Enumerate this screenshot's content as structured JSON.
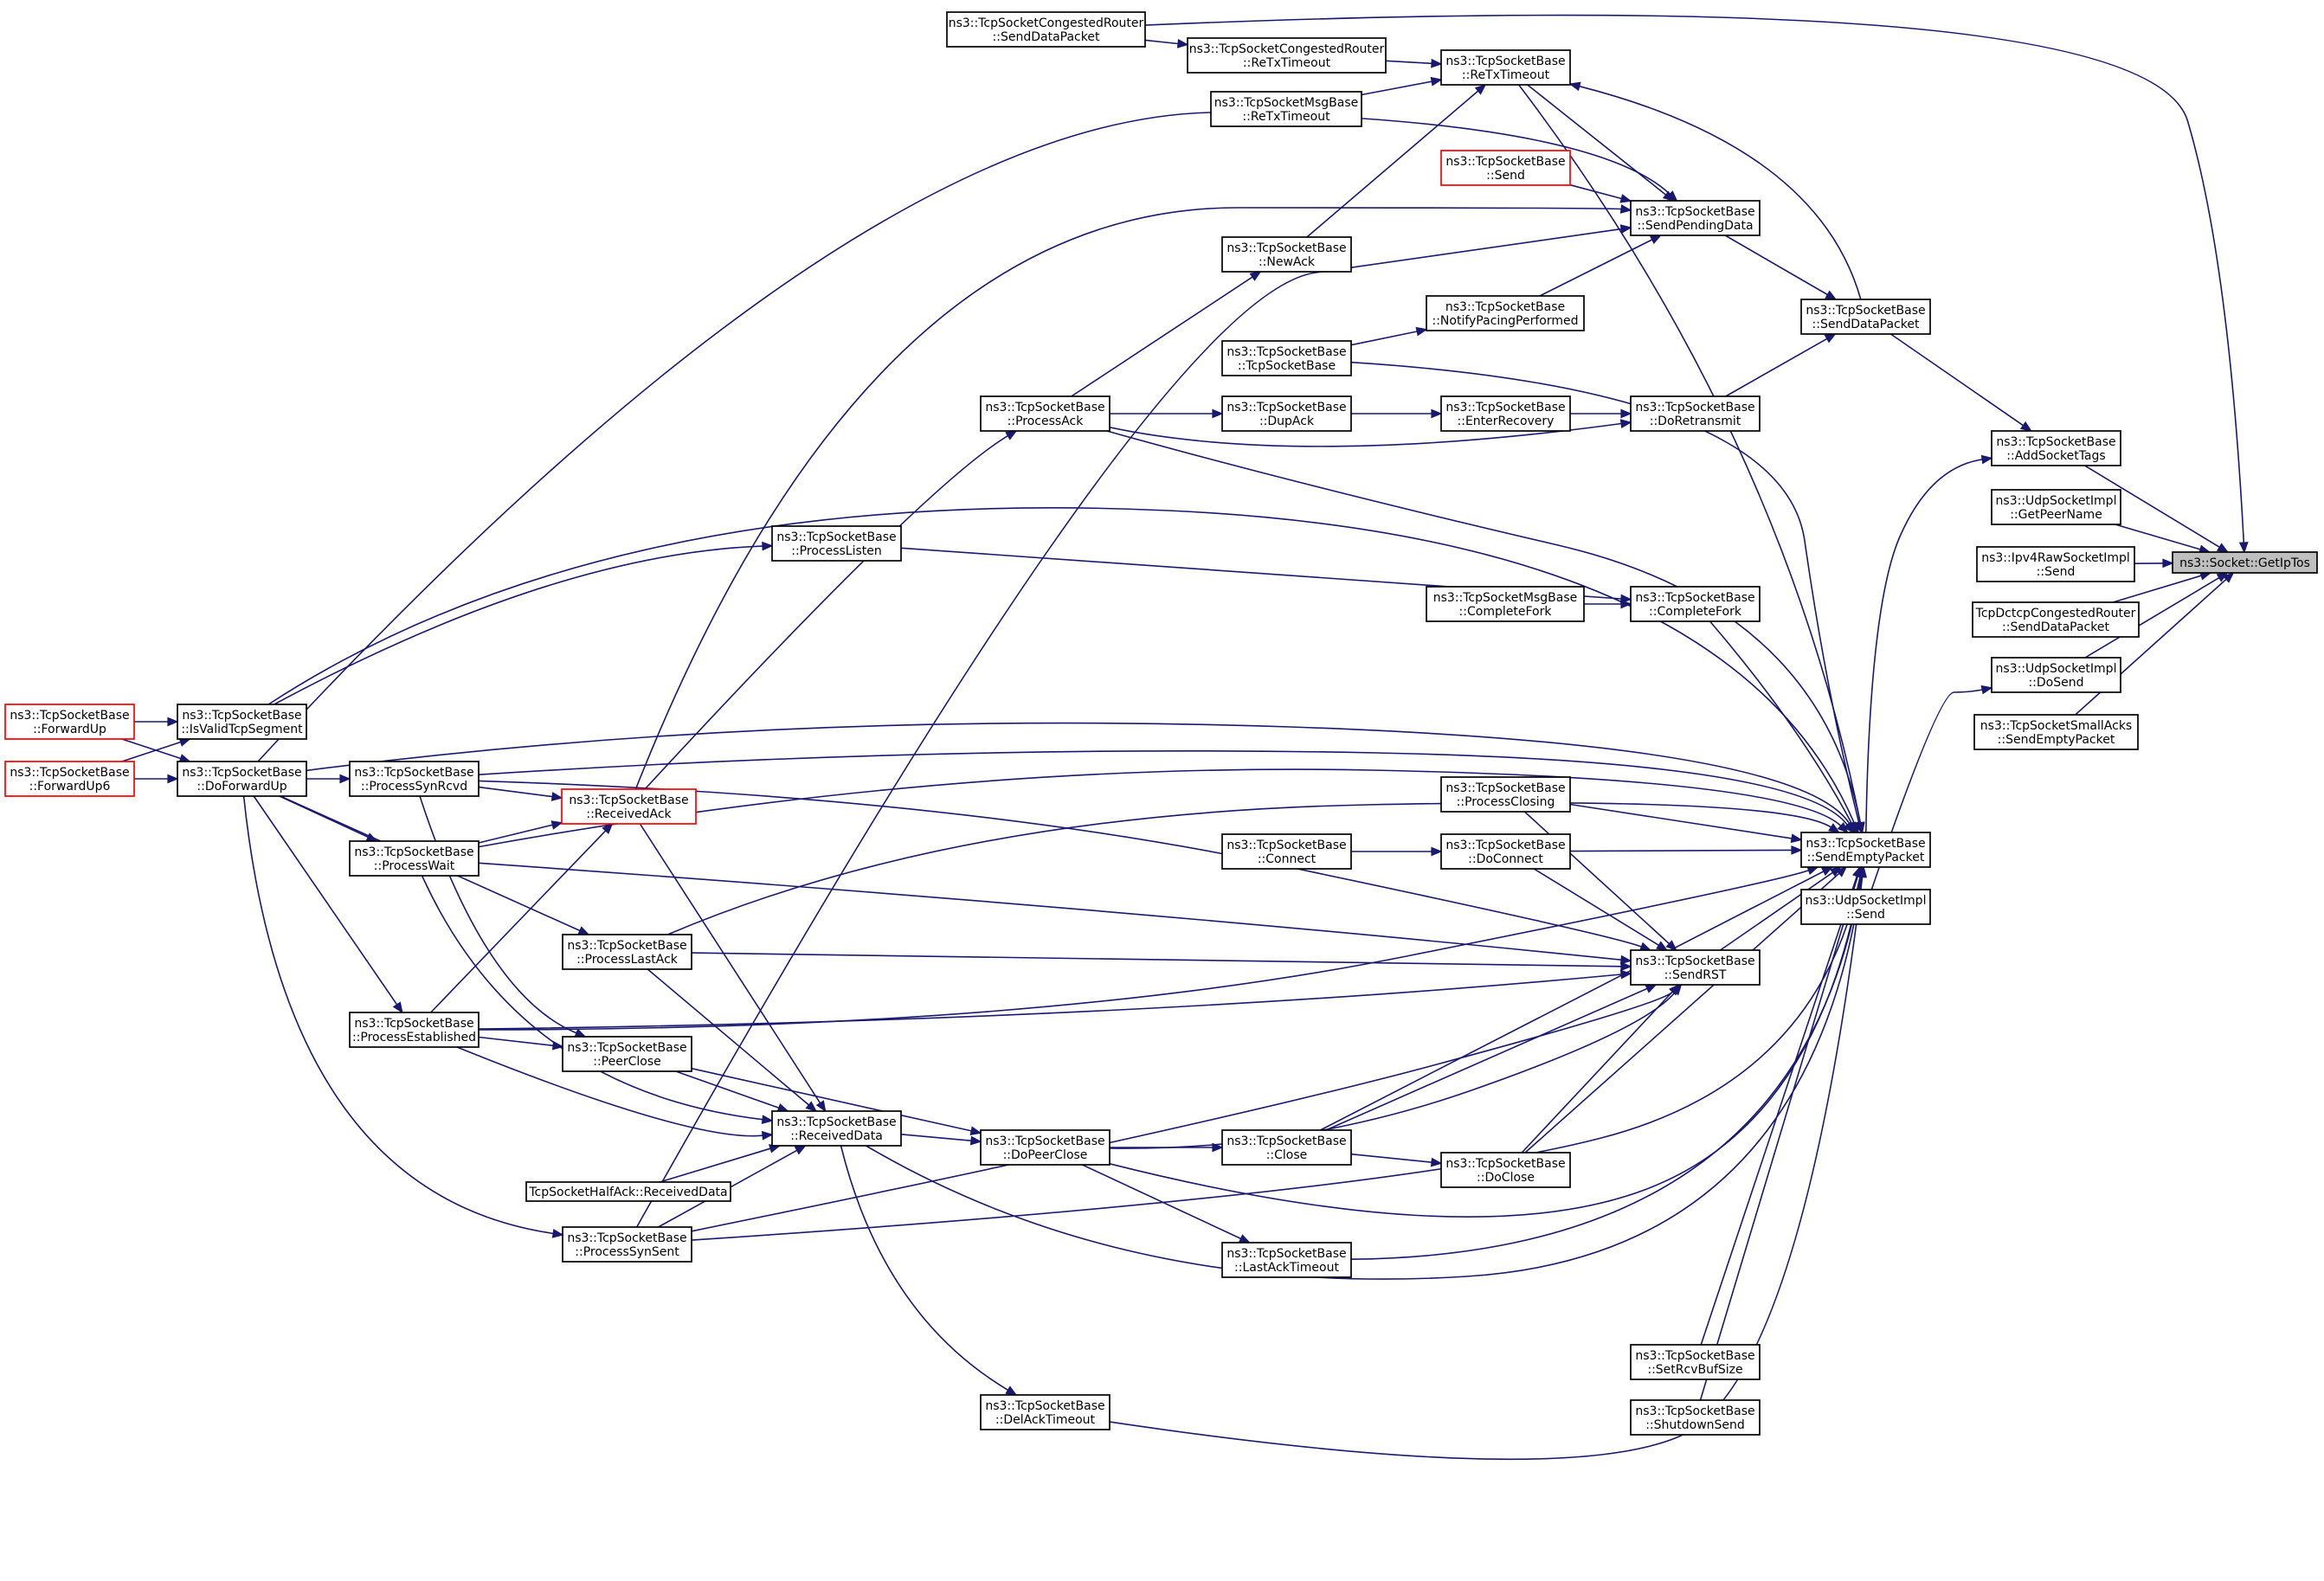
{
  "graph": {
    "title": "",
    "root": "GetIpTos",
    "colors": {
      "edge": "#191970",
      "node_border": "#000000",
      "truncated_border": "#ff0000",
      "root_fill": "#bfbfbf"
    },
    "nodes": {
      "GetIpTos": {
        "lines": [
          "ns3::Socket::GetIpTos"
        ],
        "style": "root"
      },
      "CRSendDataPacket": {
        "lines": [
          "ns3::TcpSocketCongestedRouter",
          "::SendDataPacket"
        ]
      },
      "CRReTxTimeout": {
        "lines": [
          "ns3::TcpSocketCongestedRouter",
          "::ReTxTimeout"
        ]
      },
      "ReTxTimeout": {
        "lines": [
          "ns3::TcpSocketBase",
          "::ReTxTimeout"
        ]
      },
      "MsgReTxTimeout": {
        "lines": [
          "ns3::TcpSocketMsgBase",
          "::ReTxTimeout"
        ]
      },
      "Send": {
        "lines": [
          "ns3::TcpSocketBase",
          "::Send"
        ],
        "style": "red"
      },
      "SendPendingData": {
        "lines": [
          "ns3::TcpSocketBase",
          "::SendPendingData"
        ]
      },
      "NewAck": {
        "lines": [
          "ns3::TcpSocketBase",
          "::NewAck"
        ]
      },
      "NotifyPacing": {
        "lines": [
          "ns3::TcpSocketBase",
          "::NotifyPacingPerformed"
        ]
      },
      "SendDataPacket": {
        "lines": [
          "ns3::TcpSocketBase",
          "::SendDataPacket"
        ]
      },
      "TcpSocketBaseCtor": {
        "lines": [
          "ns3::TcpSocketBase",
          "::TcpSocketBase"
        ]
      },
      "ProcessAck": {
        "lines": [
          "ns3::TcpSocketBase",
          "::ProcessAck"
        ]
      },
      "DupAck": {
        "lines": [
          "ns3::TcpSocketBase",
          "::DupAck"
        ]
      },
      "EnterRecovery": {
        "lines": [
          "ns3::TcpSocketBase",
          "::EnterRecovery"
        ]
      },
      "DoRetransmit": {
        "lines": [
          "ns3::TcpSocketBase",
          "::DoRetransmit"
        ]
      },
      "AddSocketTags": {
        "lines": [
          "ns3::TcpSocketBase",
          "::AddSocketTags"
        ]
      },
      "UdpGetPeerName": {
        "lines": [
          "ns3::UdpSocketImpl",
          "::GetPeerName"
        ]
      },
      "Ipv4RawSend": {
        "lines": [
          "ns3::Ipv4RawSocketImpl",
          "::Send"
        ]
      },
      "DctcpSendData": {
        "lines": [
          "TcpDctcpCongestedRouter",
          "::SendDataPacket"
        ]
      },
      "UdpDoSend": {
        "lines": [
          "ns3::UdpSocketImpl",
          "::DoSend"
        ]
      },
      "SmallAcksSendEmpty": {
        "lines": [
          "ns3::TcpSocketSmallAcks",
          "::SendEmptyPacket"
        ]
      },
      "ProcessListen": {
        "lines": [
          "ns3::TcpSocketBase",
          "::ProcessListen"
        ]
      },
      "MsgCompleteFork": {
        "lines": [
          "ns3::TcpSocketMsgBase",
          "::CompleteFork"
        ]
      },
      "CompleteFork": {
        "lines": [
          "ns3::TcpSocketBase",
          "::CompleteFork"
        ]
      },
      "ForwardUp": {
        "lines": [
          "ns3::TcpSocketBase",
          "::ForwardUp"
        ],
        "style": "red"
      },
      "ForwardUp6": {
        "lines": [
          "ns3::TcpSocketBase",
          "::ForwardUp6"
        ],
        "style": "red"
      },
      "IsValidTcpSegment": {
        "lines": [
          "ns3::TcpSocketBase",
          "::IsValidTcpSegment"
        ]
      },
      "DoForwardUp": {
        "lines": [
          "ns3::TcpSocketBase",
          "::DoForwardUp"
        ]
      },
      "ProcessSynRcvd": {
        "lines": [
          "ns3::TcpSocketBase",
          "::ProcessSynRcvd"
        ]
      },
      "ReceivedAck": {
        "lines": [
          "ns3::TcpSocketBase",
          "::ReceivedAck"
        ],
        "style": "red"
      },
      "ProcessClosing": {
        "lines": [
          "ns3::TcpSocketBase",
          "::ProcessClosing"
        ]
      },
      "SendEmptyPacket": {
        "lines": [
          "ns3::TcpSocketBase",
          "::SendEmptyPacket"
        ]
      },
      "Connect": {
        "lines": [
          "ns3::TcpSocketBase",
          "::Connect"
        ]
      },
      "DoConnect": {
        "lines": [
          "ns3::TcpSocketBase",
          "::DoConnect"
        ]
      },
      "ProcessWait": {
        "lines": [
          "ns3::TcpSocketBase",
          "::ProcessWait"
        ]
      },
      "UdpSend": {
        "lines": [
          "ns3::UdpSocketImpl",
          "::Send"
        ]
      },
      "ProcessLastAck": {
        "lines": [
          "ns3::TcpSocketBase",
          "::ProcessLastAck"
        ]
      },
      "SendRST": {
        "lines": [
          "ns3::TcpSocketBase",
          "::SendRST"
        ]
      },
      "ProcessEstablished": {
        "lines": [
          "ns3::TcpSocketBase",
          "::ProcessEstablished"
        ]
      },
      "PeerClose": {
        "lines": [
          "ns3::TcpSocketBase",
          "::PeerClose"
        ]
      },
      "ReceivedData": {
        "lines": [
          "ns3::TcpSocketBase",
          "::ReceivedData"
        ]
      },
      "DoPeerClose": {
        "lines": [
          "ns3::TcpSocketBase",
          "::DoPeerClose"
        ]
      },
      "Close": {
        "lines": [
          "ns3::TcpSocketBase",
          "::Close"
        ]
      },
      "DoClose": {
        "lines": [
          "ns3::TcpSocketBase",
          "::DoClose"
        ]
      },
      "HalfAckReceived": {
        "lines": [
          "TcpSocketHalfAck::ReceivedData"
        ]
      },
      "ProcessSynSent": {
        "lines": [
          "ns3::TcpSocketBase",
          "::ProcessSynSent"
        ]
      },
      "LastAckTimeout": {
        "lines": [
          "ns3::TcpSocketBase",
          "::LastAckTimeout"
        ]
      },
      "SetRcvBufSize": {
        "lines": [
          "ns3::TcpSocketBase",
          "::SetRcvBufSize"
        ]
      },
      "ShutdownSend": {
        "lines": [
          "ns3::TcpSocketBase",
          "::ShutdownSend"
        ]
      },
      "DelAckTimeout": {
        "lines": [
          "ns3::TcpSocketBase",
          "::DelAckTimeout"
        ]
      }
    },
    "edges": [
      [
        "CRSendDataPacket",
        "GetIpTos"
      ],
      [
        "AddSocketTags",
        "GetIpTos"
      ],
      [
        "UdpGetPeerName",
        "GetIpTos"
      ],
      [
        "Ipv4RawSend",
        "GetIpTos"
      ],
      [
        "DctcpSendData",
        "GetIpTos"
      ],
      [
        "UdpDoSend",
        "GetIpTos"
      ],
      [
        "SmallAcksSendEmpty",
        "GetIpTos"
      ],
      [
        "SendDataPacket",
        "AddSocketTags"
      ],
      [
        "SendEmptyPacket",
        "AddSocketTags"
      ],
      [
        "UdpSend",
        "UdpDoSend"
      ],
      [
        "CRSendDataPacket",
        "CRReTxTimeout"
      ],
      [
        "CRReTxTimeout",
        "ReTxTimeout"
      ],
      [
        "MsgReTxTimeout",
        "ReTxTimeout"
      ],
      [
        "NewAck",
        "ReTxTimeout"
      ],
      [
        "SendDataPacket",
        "ReTxTimeout"
      ],
      [
        "Send",
        "SendPendingData"
      ],
      [
        "ReTxTimeout",
        "SendPendingData"
      ],
      [
        "NotifyPacing",
        "SendPendingData"
      ],
      [
        "DoForwardUp",
        "SendPendingData"
      ],
      [
        "ReceivedAck",
        "SendPendingData"
      ],
      [
        "ProcessSynSent",
        "SendPendingData"
      ],
      [
        "SendPendingData",
        "SendDataPacket"
      ],
      [
        "DoRetransmit",
        "SendDataPacket"
      ],
      [
        "ProcessAck",
        "NewAck"
      ],
      [
        "TcpSocketBaseCtor",
        "NotifyPacing"
      ],
      [
        "ProcessAck",
        "DupAck"
      ],
      [
        "DupAck",
        "EnterRecovery"
      ],
      [
        "EnterRecovery",
        "DoRetransmit"
      ],
      [
        "ProcessAck",
        "DoRetransmit"
      ],
      [
        "ReceivedAck",
        "ProcessAck"
      ],
      [
        "ProcessListen",
        "CompleteFork"
      ],
      [
        "MsgCompleteFork",
        "CompleteFork"
      ],
      [
        "IsValidTcpSegment",
        "ProcessListen"
      ],
      [
        "ForwardUp",
        "IsValidTcpSegment"
      ],
      [
        "ForwardUp6",
        "IsValidTcpSegment"
      ],
      [
        "ForwardUp",
        "DoForwardUp"
      ],
      [
        "ForwardUp6",
        "DoForwardUp"
      ],
      [
        "DoForwardUp",
        "ProcessSynRcvd"
      ],
      [
        "DoForwardUp",
        "ProcessWait"
      ],
      [
        "DoForwardUp",
        "ProcessEstablished"
      ],
      [
        "DoForwardUp",
        "ProcessLastAck"
      ],
      [
        "DoForwardUp",
        "ProcessSynSent"
      ],
      [
        "ProcessSynRcvd",
        "ReceivedAck"
      ],
      [
        "ProcessWait",
        "ReceivedAck"
      ],
      [
        "ProcessEstablished",
        "ReceivedAck"
      ],
      [
        "ProcessSynRcvd",
        "PeerClose"
      ],
      [
        "ProcessWait",
        "ReceivedData"
      ],
      [
        "ProcessEstablished",
        "PeerClose"
      ],
      [
        "ProcessEstablished",
        "ReceivedData"
      ],
      [
        "ProcessLastAck",
        "ReceivedData"
      ],
      [
        "ReceivedAck",
        "ReceivedData"
      ],
      [
        "PeerClose",
        "ReceivedData"
      ],
      [
        "HalfAckReceived",
        "ReceivedData"
      ],
      [
        "ProcessSynSent",
        "ReceivedData"
      ],
      [
        "ReceivedData",
        "DoPeerClose"
      ],
      [
        "PeerClose",
        "DoPeerClose"
      ],
      [
        "DoPeerClose",
        "Close"
      ],
      [
        "Close",
        "DoClose"
      ],
      [
        "DoPeerClose",
        "LastAckTimeout"
      ],
      [
        "ReceivedData",
        "DelAckTimeout"
      ],
      [
        "Connect",
        "DoConnect"
      ],
      [
        "ProcessClosing",
        "SendEmptyPacket"
      ],
      [
        "DoConnect",
        "SendEmptyPacket"
      ],
      [
        "CompleteFork",
        "SendEmptyPacket"
      ],
      [
        "SendRST",
        "SendEmptyPacket"
      ],
      [
        "ProcessAck",
        "SendEmptyPacket"
      ],
      [
        "ReTxTimeout",
        "SendEmptyPacket"
      ],
      [
        "TcpSocketBaseCtor",
        "SendEmptyPacket"
      ],
      [
        "IsValidTcpSegment",
        "SendEmptyPacket"
      ],
      [
        "DoForwardUp",
        "SendEmptyPacket"
      ],
      [
        "ProcessSynRcvd",
        "SendEmptyPacket"
      ],
      [
        "ProcessWait",
        "SendEmptyPacket"
      ],
      [
        "ProcessLastAck",
        "SendEmptyPacket"
      ],
      [
        "ProcessEstablished",
        "SendEmptyPacket"
      ],
      [
        "Close",
        "SendEmptyPacket"
      ],
      [
        "DoClose",
        "SendEmptyPacket"
      ],
      [
        "DoPeerClose",
        "SendEmptyPacket"
      ],
      [
        "LastAckTimeout",
        "SendEmptyPacket"
      ],
      [
        "ProcessSynSent",
        "SendEmptyPacket"
      ],
      [
        "ReceivedData",
        "SendEmptyPacket"
      ],
      [
        "SetRcvBufSize",
        "SendEmptyPacket"
      ],
      [
        "ShutdownSend",
        "SendEmptyPacket"
      ],
      [
        "DelAckTimeout",
        "SendEmptyPacket"
      ],
      [
        "ProcessClosing",
        "SendRST"
      ],
      [
        "DoConnect",
        "SendRST"
      ],
      [
        "ProcessSynRcvd",
        "SendRST"
      ],
      [
        "ProcessWait",
        "SendRST"
      ],
      [
        "ProcessLastAck",
        "SendRST"
      ],
      [
        "ProcessEstablished",
        "SendRST"
      ],
      [
        "Close",
        "SendRST"
      ],
      [
        "DoClose",
        "SendRST"
      ],
      [
        "DoPeerClose",
        "SendRST"
      ],
      [
        "ProcessSynSent",
        "SendRST"
      ]
    ]
  }
}
